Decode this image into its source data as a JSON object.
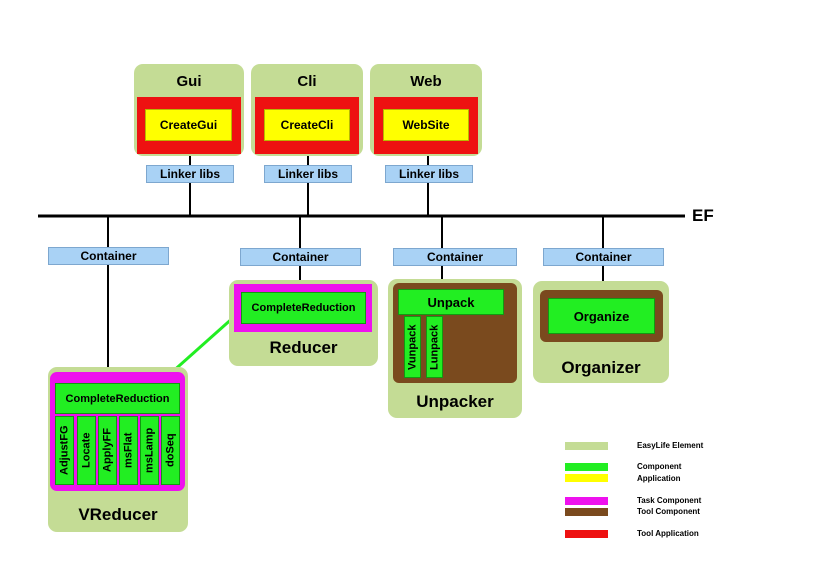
{
  "bus_label": "EF",
  "top_tools": [
    {
      "element": "Gui",
      "application": "CreateGui",
      "linker": "Linker libs"
    },
    {
      "element": "Cli",
      "application": "CreateCli",
      "linker": "Linker libs"
    },
    {
      "element": "Web",
      "application": "WebSite",
      "linker": "Linker libs"
    }
  ],
  "containers": [
    "Container",
    "Container",
    "Container",
    "Container"
  ],
  "vreducer": {
    "title": "VReducer",
    "task": "CompleteReduction",
    "tools": [
      "AdjustFG",
      "Locate",
      "ApplyFF",
      "msFlat",
      "msLamp",
      "doSeq"
    ]
  },
  "reducer": {
    "title": "Reducer",
    "task": "CompleteReduction"
  },
  "unpacker": {
    "title": "Unpacker",
    "tool": "Unpack",
    "subtools": [
      "Vunpack",
      "Lunpack"
    ]
  },
  "organizer": {
    "title": "Organizer",
    "component": "Organize"
  },
  "legend": [
    {
      "label": "EasyLife Element",
      "color": "#c4dc95"
    },
    {
      "label": "Component",
      "color": "#22ee22"
    },
    {
      "label": "Application",
      "color": "#ffff00"
    },
    {
      "label": "Task Component",
      "color": "#ee11ee"
    },
    {
      "label": "Tool Component",
      "color": "#7a4a1e"
    },
    {
      "label": "Tool Application",
      "color": "#ee1111"
    }
  ]
}
